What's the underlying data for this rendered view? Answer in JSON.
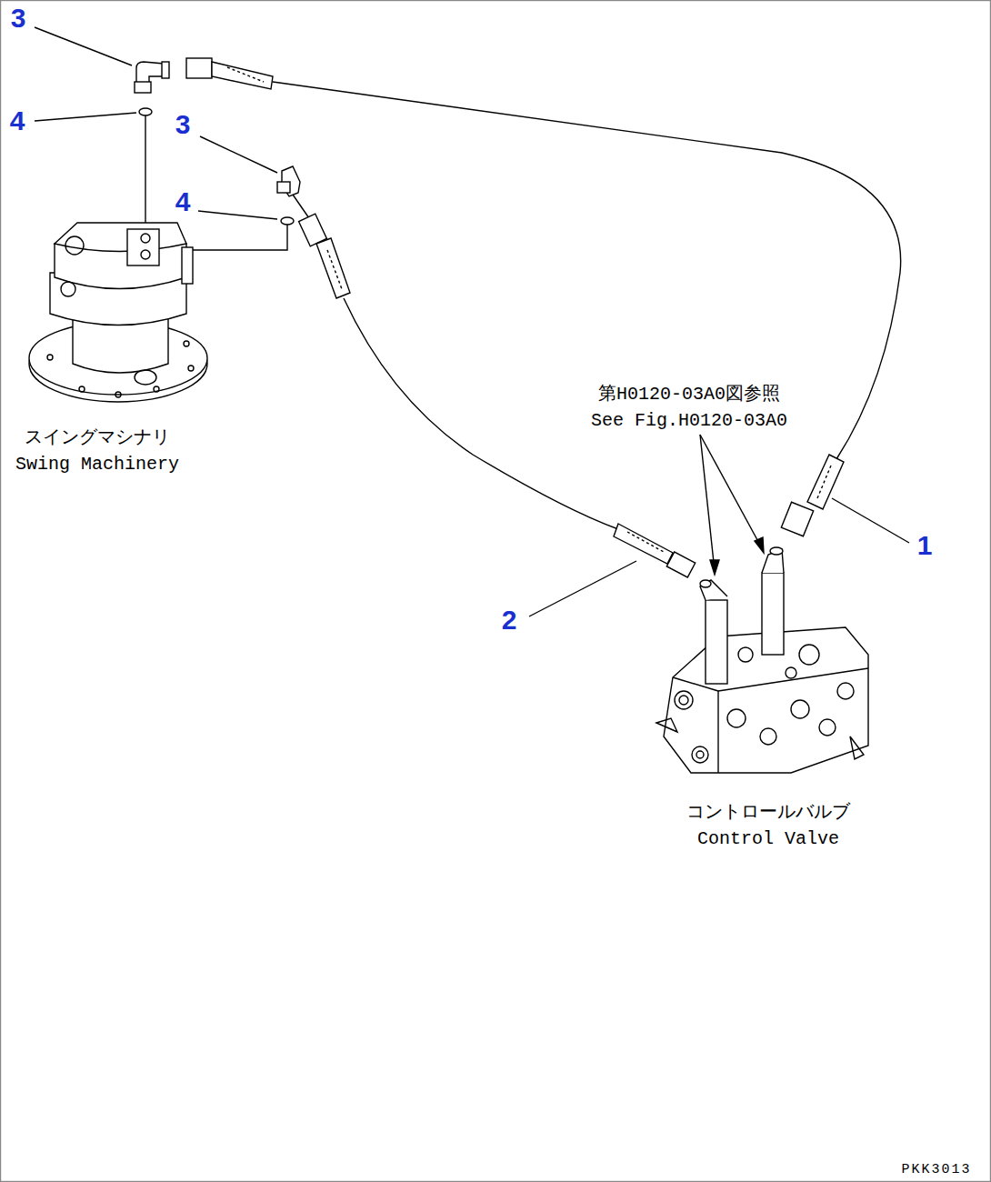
{
  "diagram": {
    "labels": [
      "3",
      "4",
      "3",
      "4",
      "第H0120-03A0図参照",
      "See Fig.H0120-03A0",
      "1",
      "2",
      "スイングマシナリ",
      "Swing Machinery",
      "コントロールバルブ",
      "Control Valve",
      "PKK3013"
    ]
  }
}
